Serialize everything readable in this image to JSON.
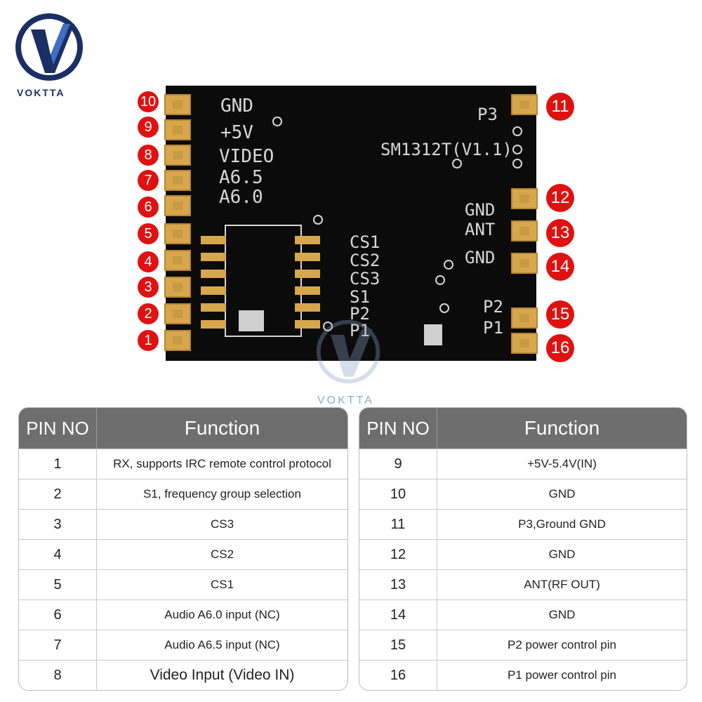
{
  "brand": {
    "name": "VOKTTA",
    "logo_letter": "V",
    "watermark": "VOKTTA",
    "color": "#1b2f64"
  },
  "board": {
    "model": "SM1312T(V1.1)",
    "left_silk": [
      "GND",
      "+5V",
      "VIDEO",
      "A6.5",
      "A6.0"
    ],
    "switch_silk": [
      "CS1",
      "CS2",
      "CS3",
      "S1",
      "P2",
      "P1"
    ],
    "right_silk": {
      "p3": "P3",
      "gnd1": "GND",
      "ant": "ANT",
      "gnd2": "GND",
      "p2": "P2",
      "p1": "P1"
    },
    "left_pin_badges": [
      "10",
      "9",
      "8",
      "7",
      "6",
      "5",
      "4",
      "3",
      "2",
      "1"
    ],
    "right_pin_badges": [
      "11",
      "12",
      "13",
      "14",
      "15",
      "16"
    ],
    "badge_color": "#e01111",
    "pad_color": "#d8a64c"
  },
  "tables": {
    "header_pin": "PIN NO",
    "header_function": "Function",
    "left_rows": [
      {
        "pin": "1",
        "function": "RX, supports IRC remote control protocol"
      },
      {
        "pin": "2",
        "function": "S1, frequency group selection"
      },
      {
        "pin": "3",
        "function": "CS3"
      },
      {
        "pin": "4",
        "function": "CS2"
      },
      {
        "pin": "5",
        "function": "CS1"
      },
      {
        "pin": "6",
        "function": "Audio A6.0 input (NC)"
      },
      {
        "pin": "7",
        "function": "Audio A6.5 input (NC)"
      },
      {
        "pin": "8",
        "function": "Video Input (Video IN)"
      }
    ],
    "right_rows": [
      {
        "pin": "9",
        "function": "+5V-5.4V(IN)"
      },
      {
        "pin": "10",
        "function": "GND"
      },
      {
        "pin": "11",
        "function": "P3,Ground GND"
      },
      {
        "pin": "12",
        "function": "GND"
      },
      {
        "pin": "13",
        "function": "ANT(RF OUT)"
      },
      {
        "pin": "14",
        "function": "GND"
      },
      {
        "pin": "15",
        "function": "P2 power control pin"
      },
      {
        "pin": "16",
        "function": "P1 power control pin"
      }
    ]
  }
}
